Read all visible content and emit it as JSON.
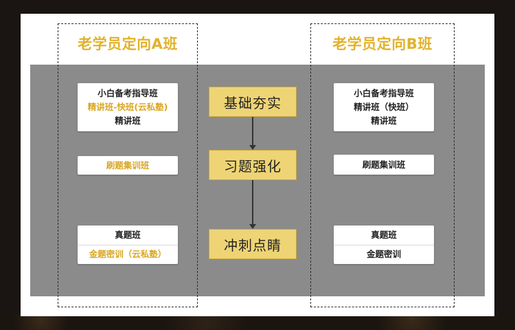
{
  "column_a": {
    "title": "老学员定向A班",
    "group1": {
      "line1": "小白备考指导班",
      "line2": "精讲班-快班(云私塾)",
      "line3": "精讲班"
    },
    "group2": {
      "line1": "刷题集训班"
    },
    "group3": {
      "line1": "真题班",
      "line2": "金题密训（云私塾）"
    }
  },
  "column_b": {
    "title": "老学员定向B班",
    "group1": {
      "line1": "小白备考指导班",
      "line2": "精讲班（快班）",
      "line3": "精讲班"
    },
    "group2": {
      "line1": "刷题集训班"
    },
    "group3": {
      "line1": "真题班",
      "line2": "金题密训"
    }
  },
  "stages": [
    "基础夯实",
    "习题强化",
    "冲刺点睛"
  ],
  "colors": {
    "title_gold": "#e2b22b",
    "highlight_gold": "#d9a722",
    "stage_fill": "#eed475",
    "band_gray": "#8b8b8b"
  }
}
